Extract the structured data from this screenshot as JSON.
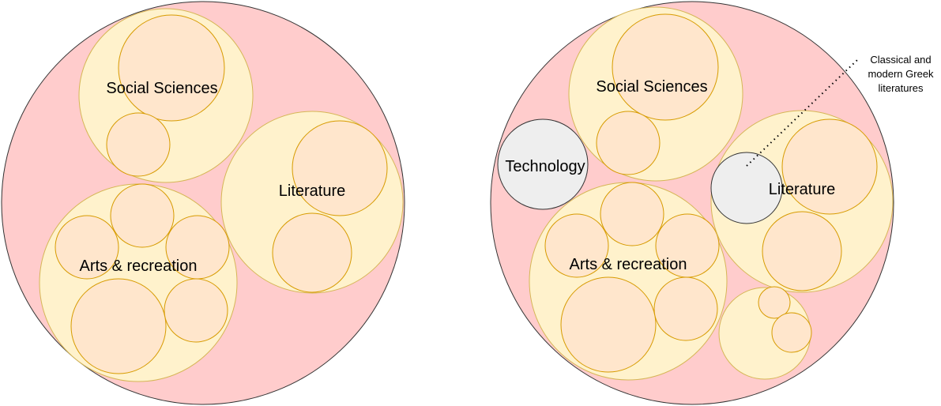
{
  "left_diagram": {
    "labels": {
      "social_sciences": "Social Sciences",
      "literature": "Literature",
      "arts_recreation": "Arts & recreation"
    }
  },
  "right_diagram": {
    "labels": {
      "social_sciences": "Social Sciences",
      "literature": "Literature",
      "arts_recreation": "Arts & recreation",
      "technology": "Technology"
    },
    "annotation": [
      "Classical and",
      "modern Greek",
      "literatures"
    ]
  },
  "colors": {
    "outer_fill": "#ffcccc",
    "group_fill": "#fff2cc",
    "group_stroke": "#d6b656",
    "leaf_fill": "#ffe6cc",
    "leaf_stroke": "#d79b00",
    "highlight_fill": "#eeeeee"
  }
}
